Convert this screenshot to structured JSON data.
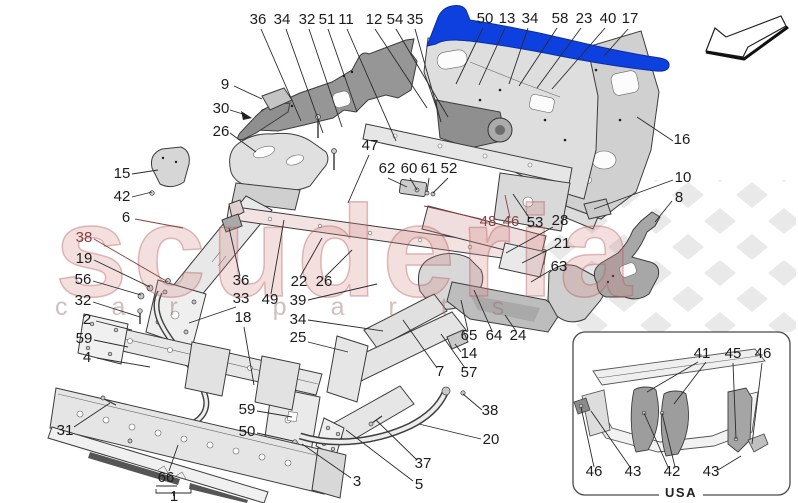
{
  "watermark": {
    "line1": "scuderia",
    "line2": "car parts",
    "color": "#c96a6a",
    "pattern": "checkered-flag"
  },
  "highlight": {
    "highlighted_part_color": "#0e40e0"
  },
  "icons": {
    "direction_arrow": "⬋"
  },
  "inset": {
    "label": "USA"
  },
  "callouts": {
    "top_left": [
      "36",
      "34",
      "32",
      "51",
      "11",
      "12",
      "54",
      "35"
    ],
    "top_right": [
      "50",
      "13",
      "34",
      "58",
      "23",
      "40",
      "17"
    ],
    "left": [
      "9",
      "30",
      "26",
      "15",
      "42",
      "6",
      "38",
      "19",
      "56",
      "32",
      "2",
      "59",
      "4",
      "31"
    ],
    "bottom_left": [
      "66",
      "1",
      "59",
      "50"
    ],
    "mid": [
      "36",
      "33",
      "18",
      "49",
      "22",
      "26",
      "39",
      "34",
      "25"
    ],
    "center": [
      "47",
      "62",
      "60",
      "61",
      "52",
      "48",
      "46",
      "53",
      "28",
      "21",
      "63",
      "65",
      "64",
      "24",
      "14",
      "7",
      "57"
    ],
    "bottom_center": [
      "3",
      "5",
      "37",
      "20",
      "38"
    ],
    "right": [
      "16",
      "10",
      "8"
    ],
    "usa_top": [
      "41",
      "45",
      "46"
    ],
    "usa_bottom": [
      "46",
      "43",
      "42",
      "43"
    ]
  }
}
